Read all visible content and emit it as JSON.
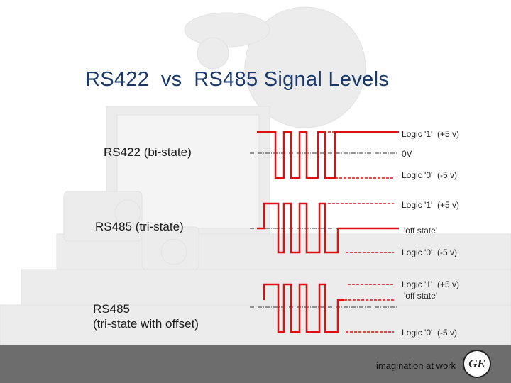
{
  "title": "RS422  vs  RS485 Signal Levels",
  "rows": [
    {
      "label": "RS422 (bi-state)",
      "levels": [
        "Logic '1'  (+5 v)",
        "0V",
        "Logic '0'  (-5 v)"
      ]
    },
    {
      "label": "RS485 (tri-state)",
      "levels": [
        "Logic '1'  (+5 v)",
        "'off state'",
        "Logic '0'  (-5 v)"
      ]
    },
    {
      "label_line1": "RS485",
      "label_line2": "(tri-state with offset)",
      "levels": [
        "Logic '1'  (+5 v)",
        "'off state'",
        "Logic '0'  (-5 v)"
      ]
    }
  ],
  "footer": {
    "tagline": "imagination at work",
    "logo_text": "GE"
  },
  "colors": {
    "signal": "#e01010",
    "title": "#1a3a6e",
    "footer": "#6d6d6d"
  }
}
